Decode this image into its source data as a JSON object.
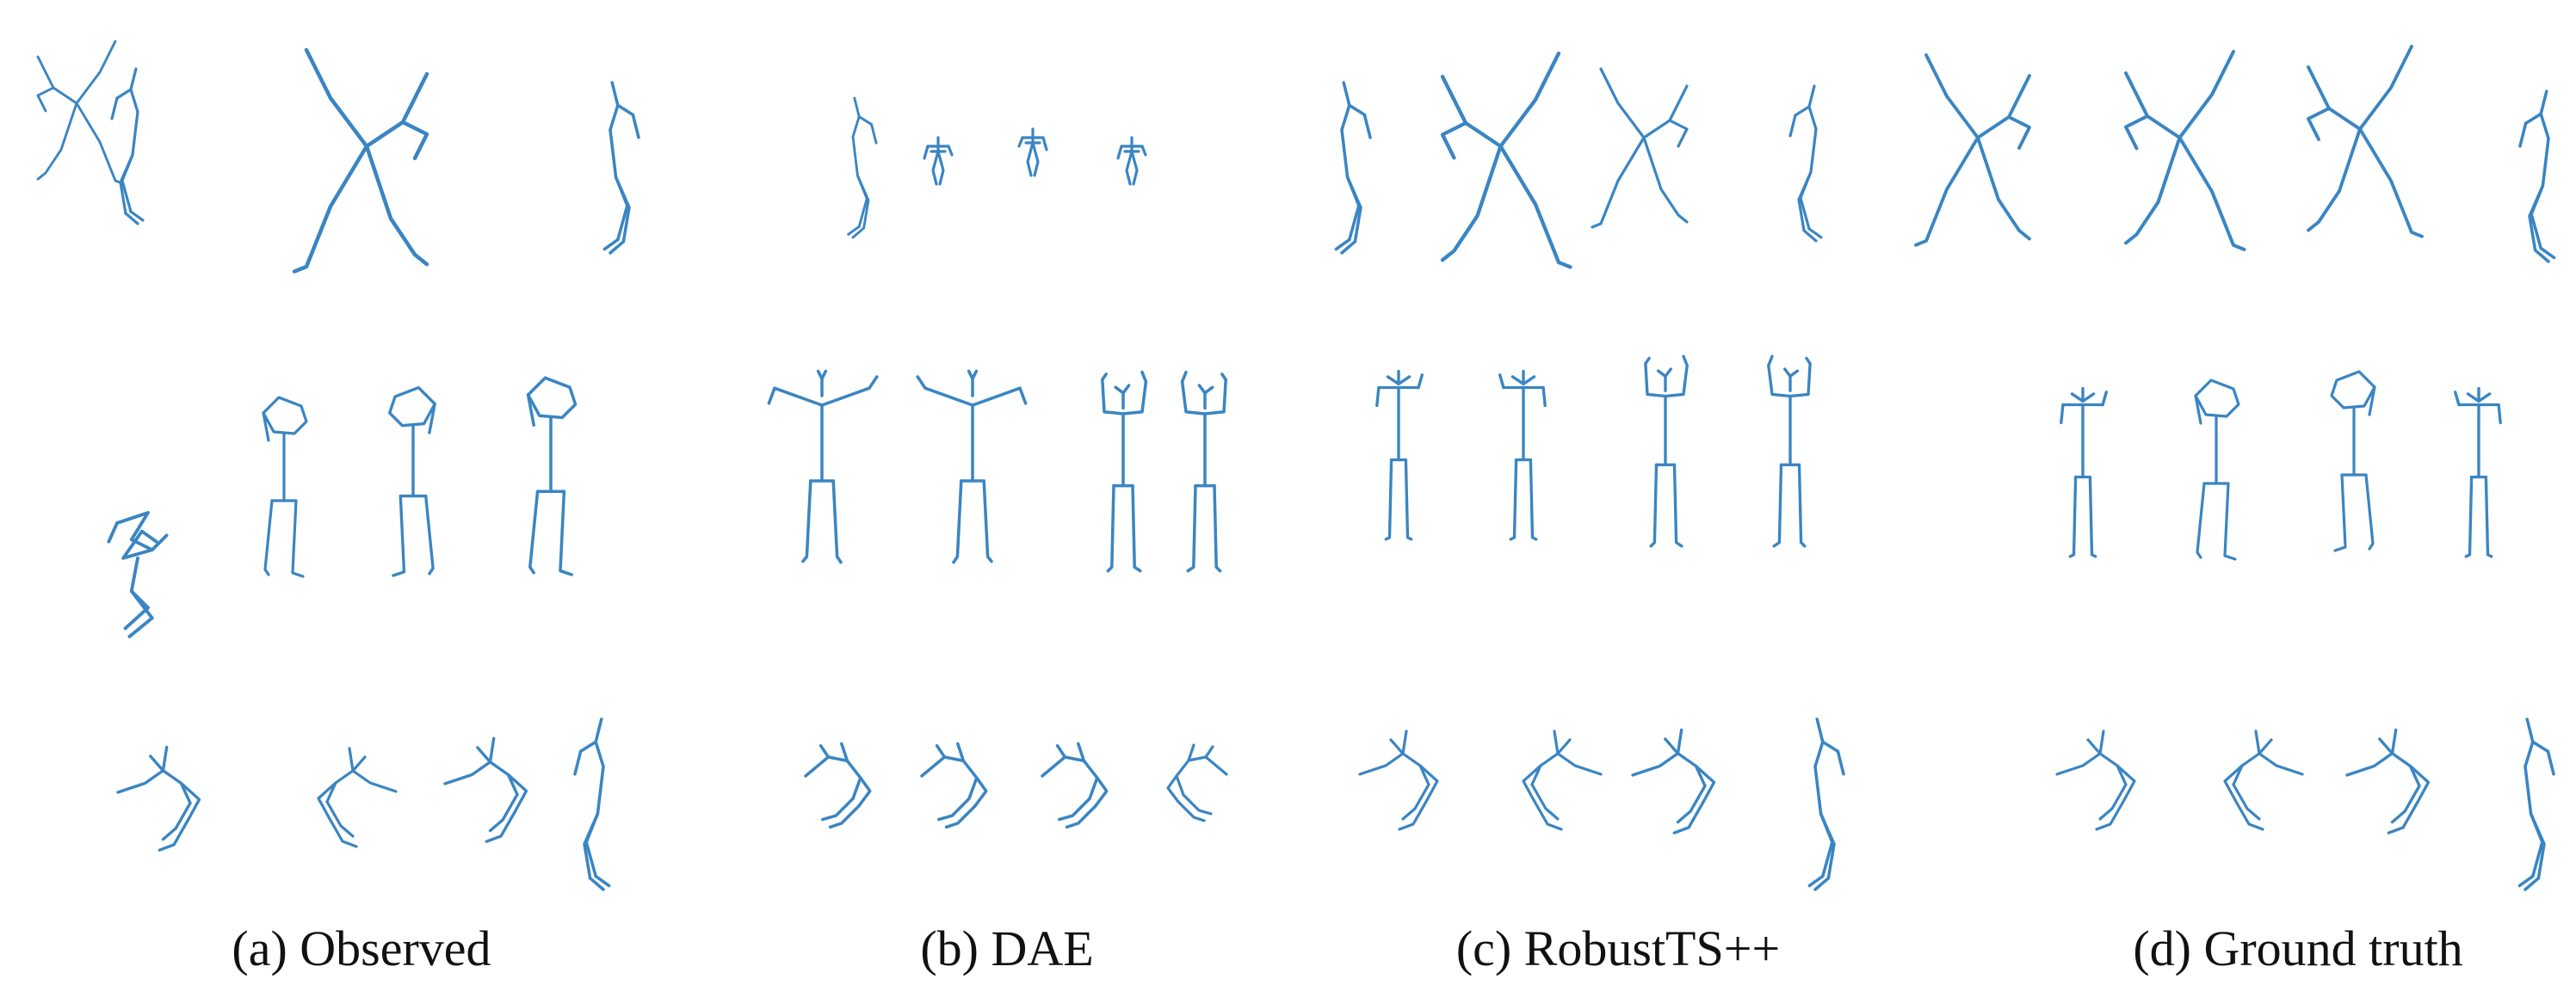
{
  "figure": {
    "stroke_color": "#3a85c3",
    "background": "#ffffff",
    "panels": [
      {
        "id": "observed",
        "caption": "(a) Observed"
      },
      {
        "id": "dae",
        "caption": "(b) DAE"
      },
      {
        "id": "robustts",
        "caption": "(c) RobustTS++"
      },
      {
        "id": "ground-truth",
        "caption": "(d) Ground truth"
      }
    ],
    "rows": 3,
    "figures_per_panel_row": 4
  }
}
